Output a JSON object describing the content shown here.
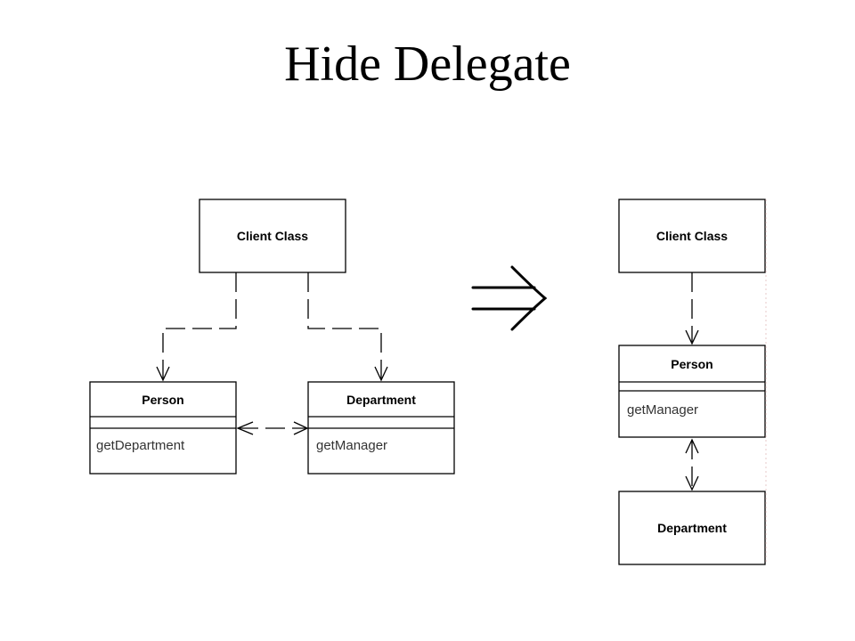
{
  "slide": {
    "title": "Hide Delegate"
  },
  "before": {
    "client_class": {
      "name": "Client Class"
    },
    "person": {
      "name": "Person",
      "operations": [
        "getDepartment"
      ]
    },
    "department": {
      "name": "Department",
      "operations": [
        "getManager"
      ]
    }
  },
  "implies_symbol": "⇒",
  "after": {
    "client_class": {
      "name": "Client Class"
    },
    "person": {
      "name": "Person",
      "operations": [
        "getManager"
      ]
    },
    "department": {
      "name": "Department"
    }
  },
  "colors": {
    "background": "#ffffff",
    "line": "#000000",
    "operation_text": "#333333"
  }
}
